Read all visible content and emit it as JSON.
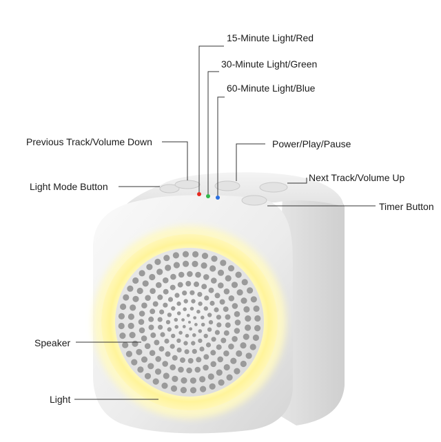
{
  "labels": {
    "red_light": "15-Minute Light/Red",
    "green_light": "30-Minute Light/Green",
    "blue_light": "60-Minute Light/Blue",
    "prev_track": "Previous Track/Volume Down",
    "power": "Power/Play/Pause",
    "light_mode": "Light Mode Button",
    "next_track": "Next Track/Volume Up",
    "timer": "Timer Button",
    "speaker": "Speaker",
    "light": "Light"
  },
  "colors": {
    "red": "#e8281e",
    "green": "#2fb84a",
    "blue": "#2a6fe0",
    "ring": "#fff59a",
    "body": "#ececec"
  }
}
